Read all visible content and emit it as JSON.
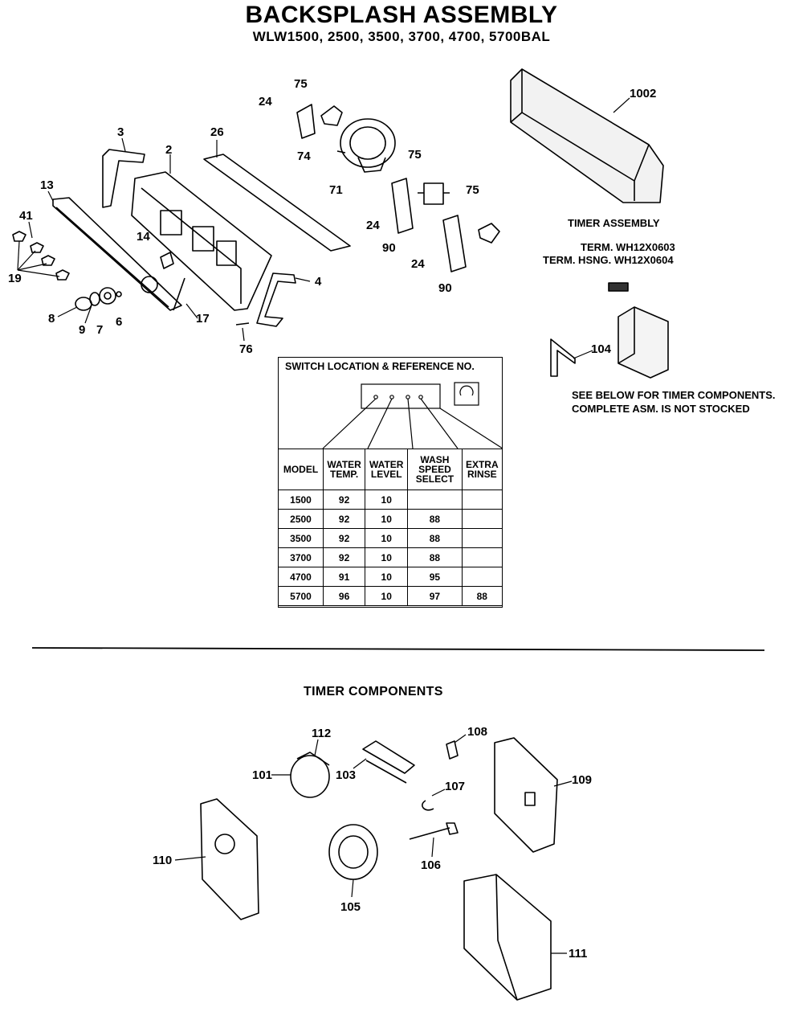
{
  "header": {
    "title": "BACKSPLASH ASSEMBLY",
    "subtitle": "WLW1500, 2500, 3500, 3700, 4700, 5700BAL"
  },
  "timer_notes": {
    "heading": "TIMER ASSEMBLY",
    "term": "TERM. WH12X0603",
    "term_hsng": "TERM. HSNG. WH12X0604",
    "see_below": "SEE BELOW FOR TIMER COMPONENTS.",
    "not_stocked": "COMPLETE ASM. IS NOT STOCKED"
  },
  "switch_table": {
    "title": "SWITCH LOCATION & REFERENCE NO.",
    "headers": [
      "MODEL",
      "WATER TEMP.",
      "WATER LEVEL",
      "WASH SPEED SELECT",
      "EXTRA RINSE"
    ],
    "rows": [
      [
        "1500",
        "92",
        "10",
        "",
        ""
      ],
      [
        "2500",
        "92",
        "10",
        "88",
        ""
      ],
      [
        "3500",
        "92",
        "10",
        "88",
        ""
      ],
      [
        "3700",
        "92",
        "10",
        "88",
        ""
      ],
      [
        "4700",
        "91",
        "10",
        "95",
        ""
      ],
      [
        "5700",
        "96",
        "10",
        "97",
        "88"
      ]
    ]
  },
  "timer_components": {
    "heading": "TIMER COMPONENTS"
  },
  "callouts": {
    "c75a": "75",
    "c24a": "24",
    "c74": "74",
    "c26": "26",
    "c3": "3",
    "c2": "2",
    "c13": "13",
    "c41": "41",
    "c19": "19",
    "c14": "14",
    "c71": "71",
    "c75b": "75",
    "c75c": "75",
    "c24b": "24",
    "c90a": "90",
    "c24c": "24",
    "c90b": "90",
    "c4": "4",
    "c17": "17",
    "c8": "8",
    "c9": "9",
    "c7": "7",
    "c6": "6",
    "c76": "76",
    "c1002": "1002",
    "c104": "104",
    "c112": "112",
    "c101": "101",
    "c103": "103",
    "c108": "108",
    "c107": "107",
    "c109": "109",
    "c110": "110",
    "c106": "106",
    "c105": "105",
    "c111": "111"
  }
}
